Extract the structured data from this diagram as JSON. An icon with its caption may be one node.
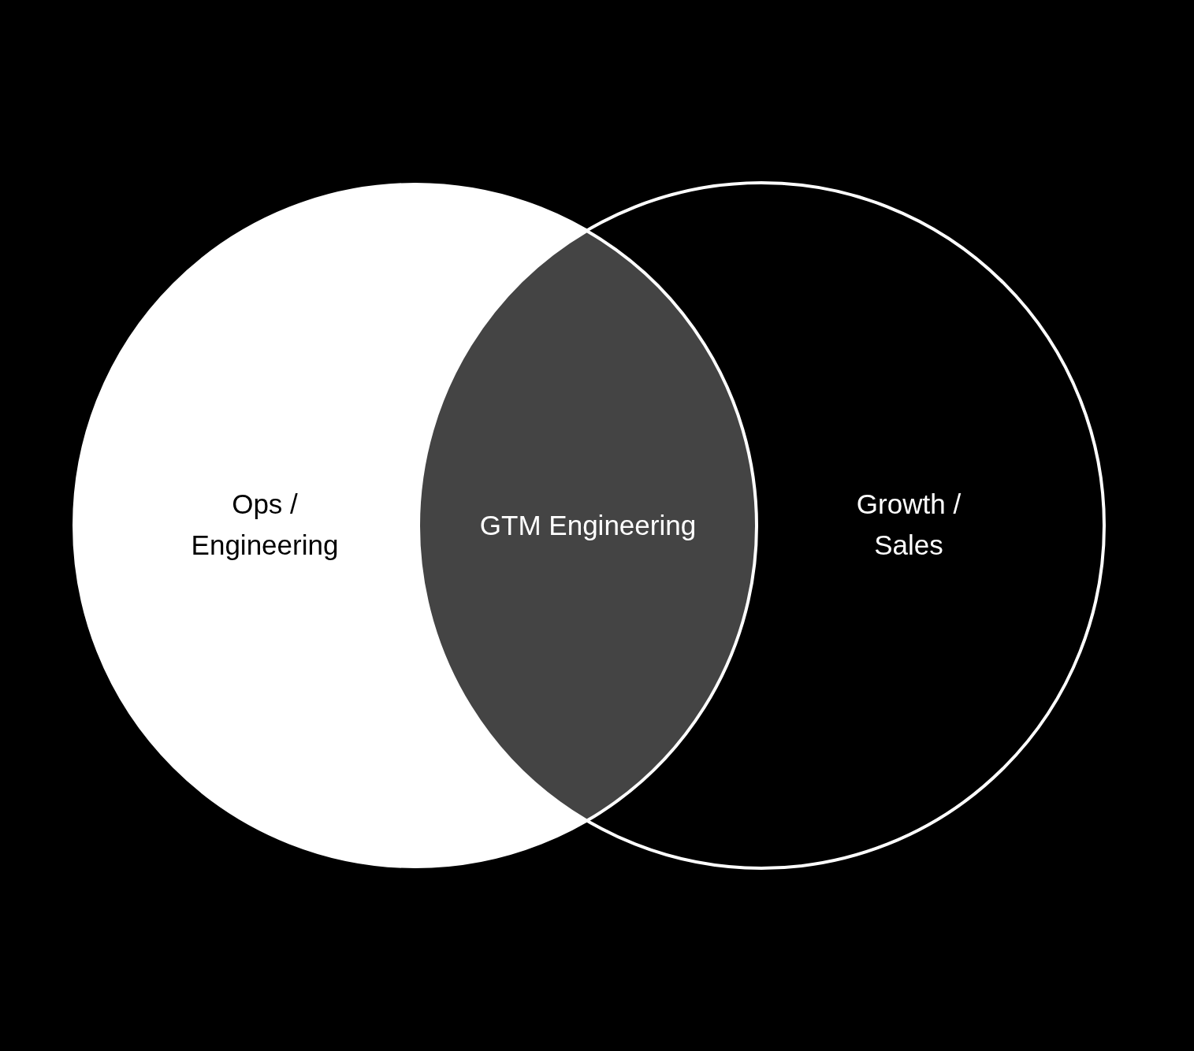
{
  "diagram": {
    "nodes": [
      {
        "text": [
          "Ops / Engineering"
        ]
      },
      {
        "text": [
          "GTM Engineering"
        ]
      },
      {
        "text": [
          "Growth / Sales"
        ]
      }
    ]
  }
}
